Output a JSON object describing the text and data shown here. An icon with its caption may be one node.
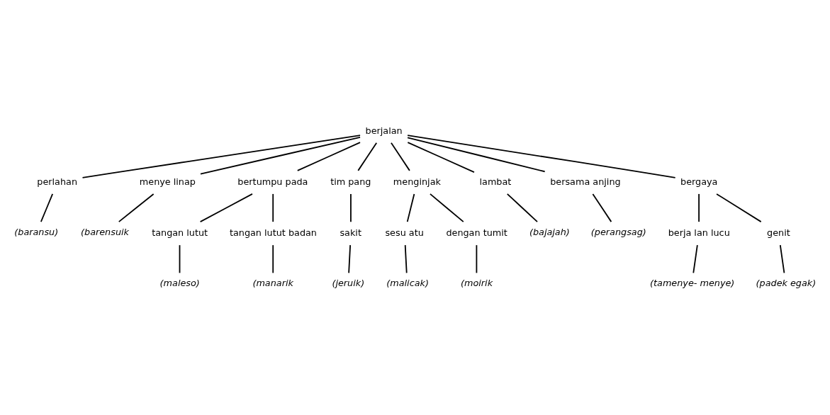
{
  "diagram": {
    "nodes": [
      {
        "text": [
          "berjalan"
        ]
      },
      {
        "text": [
          "perlahan"
        ]
      },
      {
        "text": [
          "menye linap"
        ]
      },
      {
        "text": [
          "bertumpu pada"
        ]
      },
      {
        "text": [
          "tim pang"
        ]
      },
      {
        "text": [
          "menginjak"
        ]
      },
      {
        "text": [
          "lambat"
        ]
      },
      {
        "text": [
          "bersama anjing"
        ]
      },
      {
        "text": [
          "bergaya"
        ]
      },
      {
        "text": [
          "(baransu)"
        ]
      },
      {
        "text": [
          "(barensuik"
        ]
      },
      {
        "text": [
          "tangan lutut"
        ]
      },
      {
        "text": [
          "tangan lutut badan"
        ]
      },
      {
        "text": [
          "(maleso)"
        ]
      },
      {
        "text": [
          "(manarik"
        ]
      },
      {
        "text": [
          "sakit"
        ]
      },
      {
        "text": [
          "(jeruik)"
        ]
      },
      {
        "text": [
          "sesu atu"
        ]
      },
      {
        "text": [
          "dengan tumit"
        ]
      },
      {
        "text": [
          "(malicak)"
        ]
      },
      {
        "text": [
          "(moirik"
        ]
      },
      {
        "text": [
          "(bajajah)"
        ]
      },
      {
        "text": [
          "(perangsag)"
        ]
      },
      {
        "text": [
          "berja lan lucu"
        ]
      },
      {
        "text": [
          "genit"
        ]
      },
      {
        "text": [
          "(tamenye- menye)"
        ]
      },
      {
        "text": [
          "(padek egak)"
        ]
      }
    ],
    "edges": [
      {
        "from": 0,
        "to": 1,
        "arrow": "none"
      },
      {
        "from": 0,
        "to": 2,
        "arrow": "none"
      },
      {
        "from": 0,
        "to": 3,
        "arrow": "none"
      },
      {
        "from": 0,
        "to": 4,
        "arrow": "none"
      },
      {
        "from": 0,
        "to": 5,
        "arrow": "none"
      },
      {
        "from": 0,
        "to": 6,
        "arrow": "none"
      },
      {
        "from": 0,
        "to": 7,
        "arrow": "none"
      },
      {
        "from": 0,
        "to": 8,
        "arrow": "none"
      },
      {
        "from": 1,
        "to": 9,
        "arrow": "none"
      },
      {
        "from": 2,
        "to": 10,
        "arrow": "none"
      },
      {
        "from": 3,
        "to": 11,
        "arrow": "none"
      },
      {
        "from": 3,
        "to": 12,
        "arrow": "none"
      },
      {
        "from": 11,
        "to": 13,
        "arrow": "none"
      },
      {
        "from": 12,
        "to": 14,
        "arrow": "none"
      },
      {
        "from": 4,
        "to": 15,
        "arrow": "none"
      },
      {
        "from": 15,
        "to": 16,
        "arrow": "none"
      },
      {
        "from": 5,
        "to": 17,
        "arrow": "none"
      },
      {
        "from": 5,
        "to": 18,
        "arrow": "none"
      },
      {
        "from": 17,
        "to": 19,
        "arrow": "none"
      },
      {
        "from": 18,
        "to": 20,
        "arrow": "none"
      },
      {
        "from": 6,
        "to": 21,
        "arrow": "none"
      },
      {
        "from": 7,
        "to": 22,
        "arrow": "none"
      },
      {
        "from": 8,
        "to": 23,
        "arrow": "none"
      },
      {
        "from": 8,
        "to": 24,
        "arrow": "none"
      },
      {
        "from": 23,
        "to": 25,
        "arrow": "none"
      },
      {
        "from": 24,
        "to": 26,
        "arrow": "none"
      }
    ]
  }
}
